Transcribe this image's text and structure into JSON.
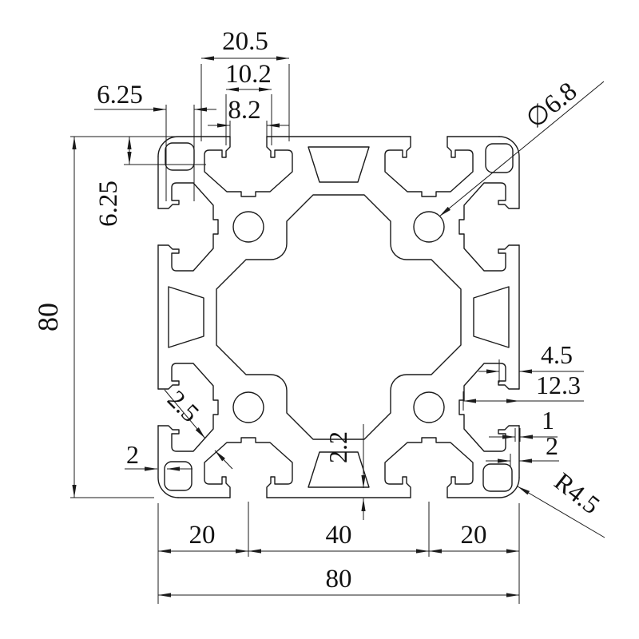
{
  "meta": {
    "background": "#ffffff",
    "line_color": "#1b1b1b",
    "drawing_type": "aluminum-extrusion-profile-cross-section"
  },
  "dims": {
    "slot_outer_width": "20.5",
    "slot_lip_width": "10.2",
    "slot_opening": "8.2",
    "corner_offset_h": "6.25",
    "corner_offset_v": "6.25",
    "overall_height": "80",
    "hole_diameter": "∅6.8",
    "lip_depth": "4.5",
    "slot_depth": "12.3",
    "lip_tip_thickness": "1",
    "outer_wall_right": "2",
    "outer_wall_left": "2",
    "web_thickness": "2.5",
    "bottom_wall": "2.2",
    "corner_radius": "R4.5",
    "bottom_seg_left": "20",
    "bottom_seg_mid": "40",
    "bottom_seg_right": "20",
    "overall_width": "80"
  }
}
